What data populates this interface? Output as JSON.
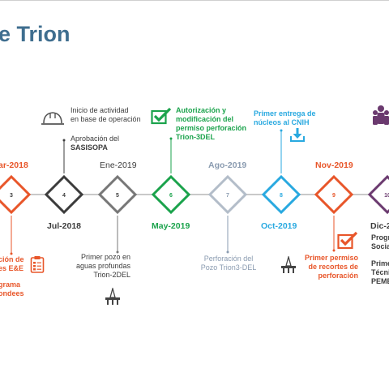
{
  "title": "e Trion",
  "dates": {
    "m3": "ar-2018",
    "m4": "Jul-2018",
    "m5": "Ene-2019",
    "m6": "May-2019",
    "m7": "Ago-2019",
    "m8": "Oct-2019",
    "m9": "Nov-2019",
    "m10": "Dic-2"
  },
  "numbers": [
    "3",
    "4",
    "5",
    "6",
    "7",
    "8",
    "9",
    "10"
  ],
  "events": {
    "m3_a": "ción de",
    "m3_b": "es E&E",
    "m3_c": "grama",
    "m3_d": "ondees",
    "m4_top1": "Inicio de actividad",
    "m4_top2": "en base de operación",
    "m4_mid1": "Aprobación del",
    "m4_mid2": "SASISOPA",
    "m5_1": "Primer pozo en",
    "m5_2": "aguas profundas",
    "m5_3": "Trion-2DEL",
    "m6_1": "Autorización y",
    "m6_2": "modificación del",
    "m6_3": "permiso perforación",
    "m6_4": "Trion-3DEL",
    "m7_1": "Perforación del",
    "m7_2": "Pozo Trion3-DEL",
    "m8_1": "Primer entrega de",
    "m8_2": "núcleos al CNIH",
    "m9_1": "Primer permiso",
    "m9_2": "de recortes de",
    "m9_3": "perforación",
    "m10_1": "Progr",
    "m10_2": "Socia",
    "m10_3": "Prime",
    "m10_4": "Técni",
    "m10_5": "PEME"
  },
  "colors": {
    "orange": "#e8562a",
    "dark_gray": "#3c3c3c",
    "gray": "#777777",
    "green": "#1ba34c",
    "slate": "#8a9bb0",
    "cyan": "#29a9e0",
    "purple": "#6b3a6f",
    "title_blue": "#3f6e8f"
  },
  "icons": [
    "hard-hat-icon",
    "checkbox-icon",
    "download-icon",
    "oil-platform-icon",
    "clipboard-icon",
    "people-icon"
  ]
}
